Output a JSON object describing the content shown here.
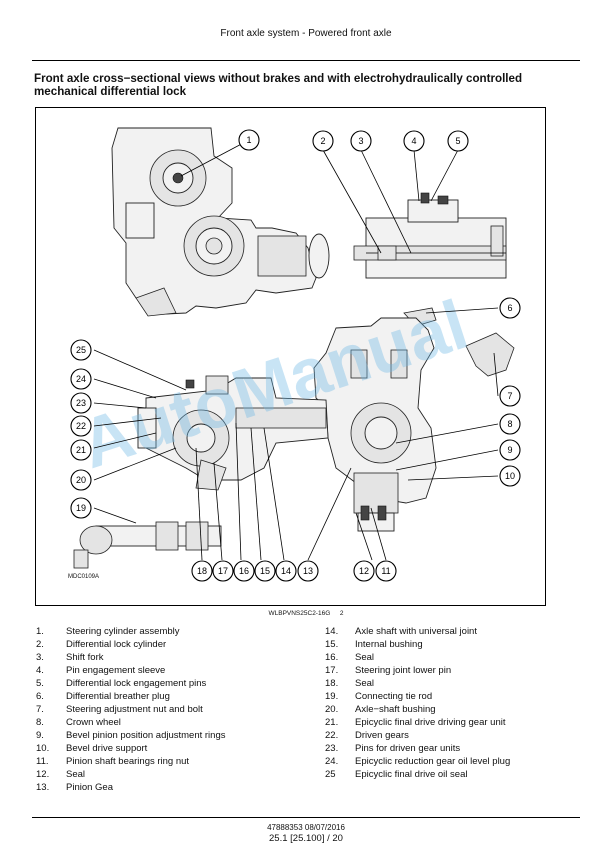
{
  "header": {
    "title": "Front axle system - Powered front axle"
  },
  "section": {
    "title": "Front axle cross−sectional views without brakes and with electrohydraulically controlled mechanical differential lock"
  },
  "figure": {
    "code_left": "MDC0109A",
    "caption_code": "WLBPVNS25C2-16G",
    "caption_num": "2",
    "watermark": "AutoManual",
    "callouts": [
      "1",
      "2",
      "3",
      "4",
      "5",
      "6",
      "7",
      "8",
      "9",
      "10",
      "11",
      "12",
      "13",
      "14",
      "15",
      "16",
      "17",
      "18",
      "19",
      "20",
      "21",
      "22",
      "23",
      "24",
      "25"
    ]
  },
  "legend": {
    "left": [
      {
        "num": "1.",
        "text": "Steering cylinder assembly"
      },
      {
        "num": "2.",
        "text": "Differential lock cylinder"
      },
      {
        "num": "3.",
        "text": "Shift fork"
      },
      {
        "num": "4.",
        "text": "Pin engagement sleeve"
      },
      {
        "num": "5.",
        "text": "Differential lock engagement pins"
      },
      {
        "num": "6.",
        "text": "Differential breather plug"
      },
      {
        "num": "7.",
        "text": "Steering adjustment nut and bolt"
      },
      {
        "num": "8.",
        "text": "Crown wheel"
      },
      {
        "num": "9.",
        "text": "Bevel pinion position adjustment rings"
      },
      {
        "num": "10.",
        "text": "Bevel drive support"
      },
      {
        "num": "11.",
        "text": "Pinion shaft bearings ring nut"
      },
      {
        "num": "12.",
        "text": "Seal"
      },
      {
        "num": "13.",
        "text": "Pinion Gea"
      }
    ],
    "right": [
      {
        "num": "14.",
        "text": "Axle shaft with universal joint"
      },
      {
        "num": "15.",
        "text": "Internal bushing"
      },
      {
        "num": "16.",
        "text": "Seal"
      },
      {
        "num": "17.",
        "text": "Steering joint lower pin"
      },
      {
        "num": "18.",
        "text": "Seal"
      },
      {
        "num": "19.",
        "text": "Connecting tie rod"
      },
      {
        "num": "20.",
        "text": "Axle−shaft bushing"
      },
      {
        "num": "21.",
        "text": "Epicyclic final drive driving gear unit"
      },
      {
        "num": "22.",
        "text": "Driven gears"
      },
      {
        "num": "23.",
        "text": "Pins for driven gear units"
      },
      {
        "num": "24.",
        "text": "Epicyclic reduction gear oil level plug"
      },
      {
        "num": "25",
        "text": "Epicyclic final drive oil seal"
      }
    ]
  },
  "footer": {
    "doc": "47888353 08/07/2016",
    "page": "25.1 [25.100] / 20"
  }
}
